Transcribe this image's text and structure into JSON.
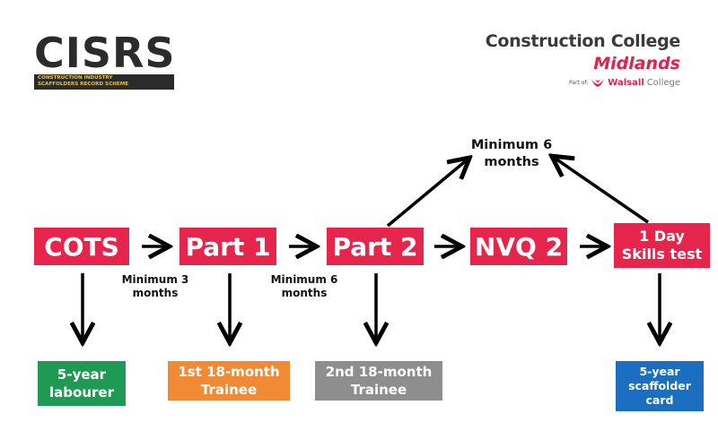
{
  "logos": {
    "cisrs": {
      "name": "CISRS",
      "line1": "CONSTRUCTION INDUSTRY",
      "line2": "SCAFFOLDERS RECORD SCHEME"
    },
    "college": {
      "name": "Construction College",
      "region": "Midlands",
      "part_of": "Part of:",
      "parent_name": "Walsall",
      "parent_suffix": "College"
    }
  },
  "colors": {
    "stage": "#e5254b",
    "labourer": "#1f9a55",
    "trainee1": "#f08a35",
    "trainee2": "#8e8e8e",
    "scaffolder": "#1a6fc0"
  },
  "stages": [
    {
      "label": "COTS"
    },
    {
      "label": "Part 1"
    },
    {
      "label": "Part 2"
    },
    {
      "label": "NVQ 2"
    },
    {
      "line1": "1 Day",
      "line2": "Skills test"
    }
  ],
  "notes": {
    "cots_part1": {
      "line1": "Minimum 3",
      "line2": "months"
    },
    "part1_part2": {
      "line1": "Minimum 6",
      "line2": "months"
    },
    "part2_skills": {
      "line1": "Minimum 6",
      "line2": "months"
    }
  },
  "outcomes": [
    {
      "line1": "5-year",
      "line2": "labourer"
    },
    {
      "line1": "1st 18-month",
      "line2": "Trainee"
    },
    {
      "line1": "2nd 18-month",
      "line2": "Trainee"
    },
    {
      "line1": "5-year",
      "line2": "scaffolder",
      "line3": "card"
    }
  ]
}
